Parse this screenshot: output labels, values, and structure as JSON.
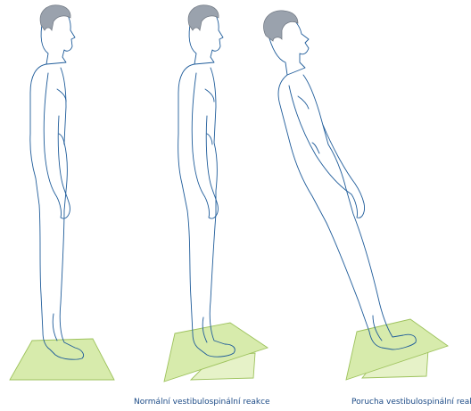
{
  "captions": {
    "normal": "Normální vestibulospinální reakce",
    "failure": "Porucha vestibulospinální reakce."
  },
  "colors": {
    "outline": "#1f5c9a",
    "hair": "#9aa2ad",
    "platform_fill": "#d7ebac",
    "platform_stroke": "#9dc25c",
    "caption_text": "#1b4a86"
  },
  "figures": [
    {
      "id": "standing-flat",
      "platform": "flat",
      "posture": "upright"
    },
    {
      "id": "standing-tilted-normal",
      "platform": "tilted",
      "posture": "upright compensated"
    },
    {
      "id": "standing-tilted-failure",
      "platform": "tilted",
      "posture": "leaning backward"
    }
  ]
}
